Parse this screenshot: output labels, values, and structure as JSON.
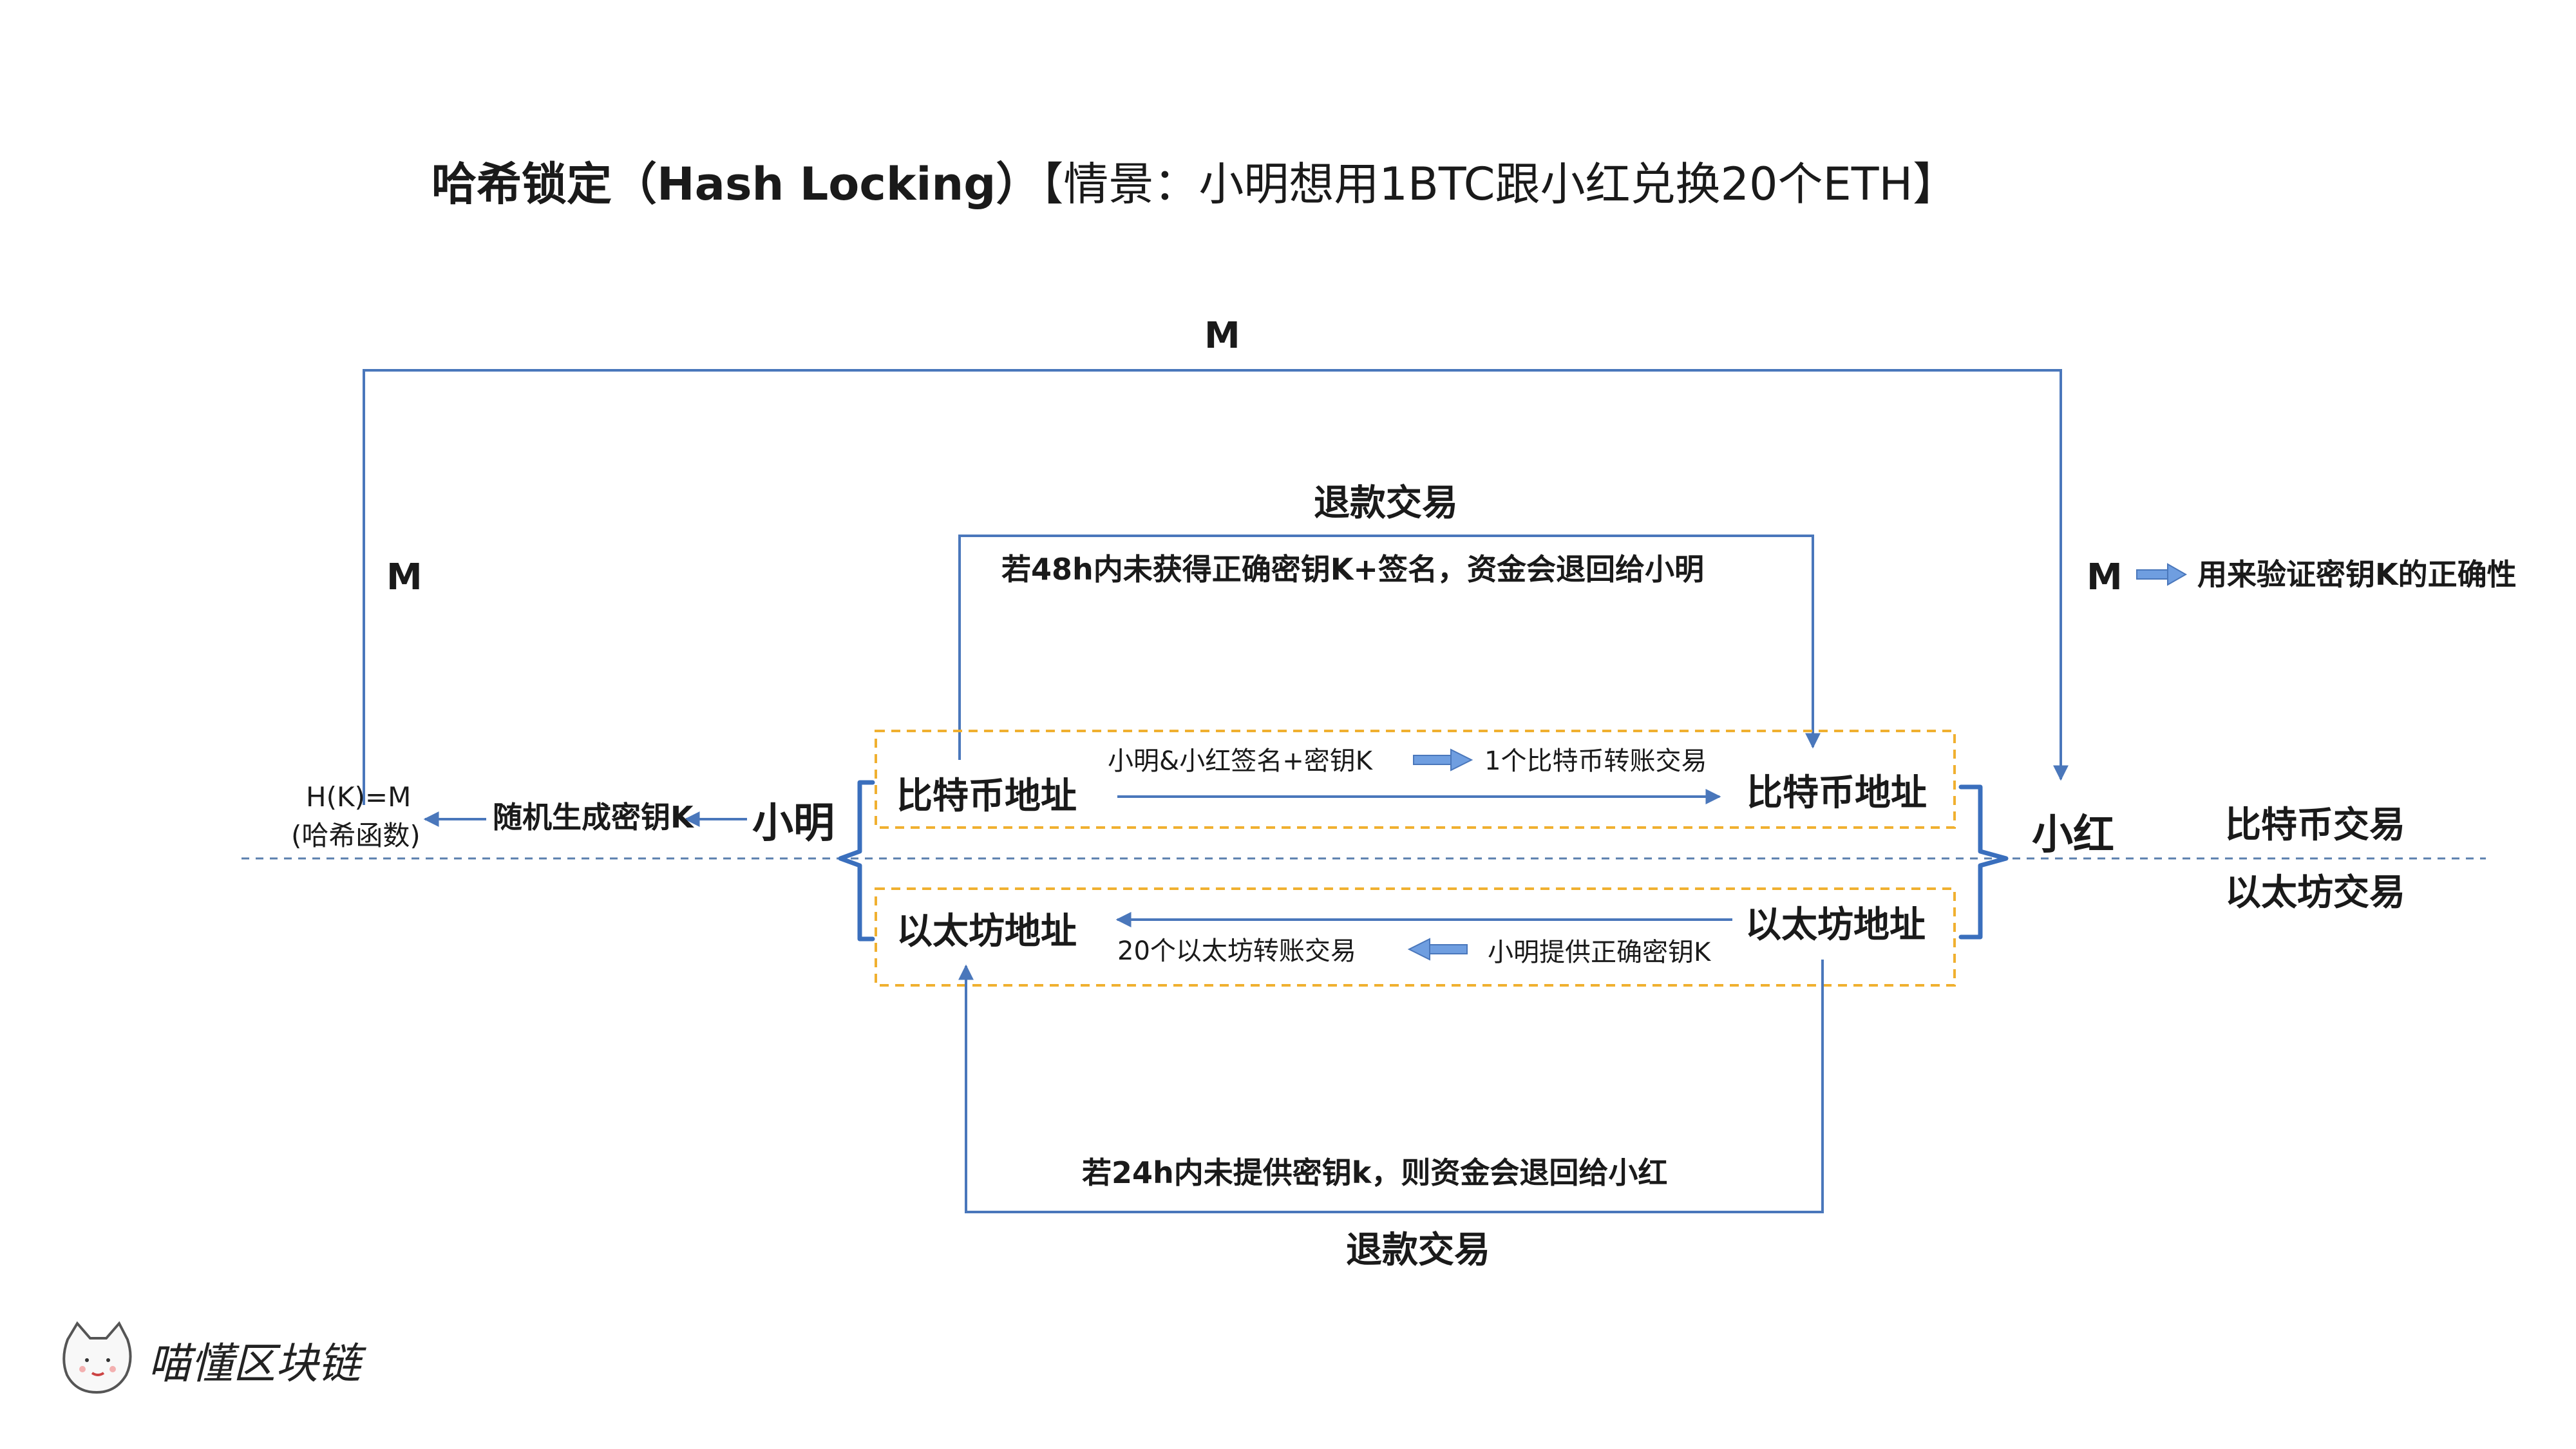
{
  "title": {
    "bold": "哈希锁定（Hash Locking）",
    "rest": "【情景：小明想用1BTC跟小红兑换20个ETH】"
  },
  "labels": {
    "m_top": "M",
    "m_left": "M",
    "m_right": "M",
    "m_right_desc": "用来验证密钥K的正确性",
    "refund_top_title": "退款交易",
    "refund_top_desc": "若48h内未获得正确密钥K+签名，资金会退回给小明",
    "refund_bottom_title": "退款交易",
    "refund_bottom_desc": "若24h内未提供密钥k，则资金会退回给小红",
    "hash_line1": "H(K)=M",
    "hash_line2": "(哈希函数)",
    "random_key": "随机生成密钥K",
    "xiaoming": "小明",
    "xiaohong": "小红",
    "btc_addr_left": "比特币地址",
    "btc_addr_right": "比特币地址",
    "eth_addr_left": "以太坊地址",
    "eth_addr_right": "以太坊地址",
    "btc_sign": "小明&小红签名+密钥K",
    "btc_transfer": "1个比特币转账交易",
    "eth_transfer": "20个以太坊转账交易",
    "eth_key": "小明提供正确密钥K",
    "btc_tx_label": "比特币交易",
    "eth_tx_label": "以太坊交易",
    "logo_text": "喵懂区块链"
  },
  "colors": {
    "line_blue": "#4a77bb",
    "box_orange": "#f0b030",
    "divider": "#5a7fae"
  }
}
